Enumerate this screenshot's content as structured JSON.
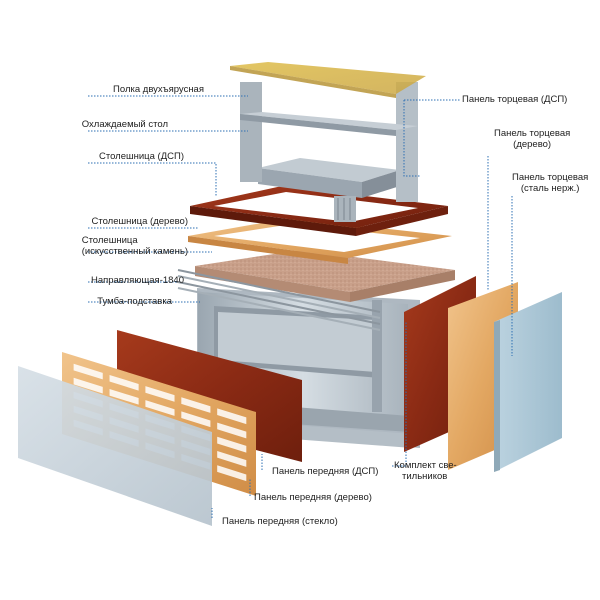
{
  "labels": {
    "shelf_two_tier": "Полка двухъярусная",
    "cooled_table": "Охлаждаемый стол",
    "countertop_chipboard": "Столешница (ДСП)",
    "countertop_wood": "Столешница (дерево)",
    "countertop_stone_l1": "Столешница",
    "countertop_stone_l2": "(искусственный камень)",
    "guide_rail": "Направляющая-1840",
    "cabinet_stand": "Тумба-подставка",
    "end_panel_chipboard": "Панель торцевая (ДСП)",
    "end_panel_wood_l1": "Панель торцевая",
    "end_panel_wood_l2": "(дерево)",
    "end_panel_steel_l1": "Панель торцевая",
    "end_panel_steel_l2": "(сталь нерж.)",
    "front_panel_chipboard": "Панель передняя (ДСП)",
    "lighting_kit_l1": "Комплект све-",
    "lighting_kit_l2": "тильников",
    "front_panel_wood": "Панель передняя (дерево)",
    "front_panel_glass": "Панель передняя (стекло)"
  },
  "colors": {
    "leader": "#2d6fb3",
    "label_text": "#1e1e1e",
    "steel": "#b9c3cc",
    "steel_dark": "#8d99a4",
    "wood_dark": "#8a2a14",
    "wood_light": "#e7b070",
    "stone": "#c9a08a",
    "glass": "#c8d3dc",
    "glass_end": "#a9c6d6"
  }
}
